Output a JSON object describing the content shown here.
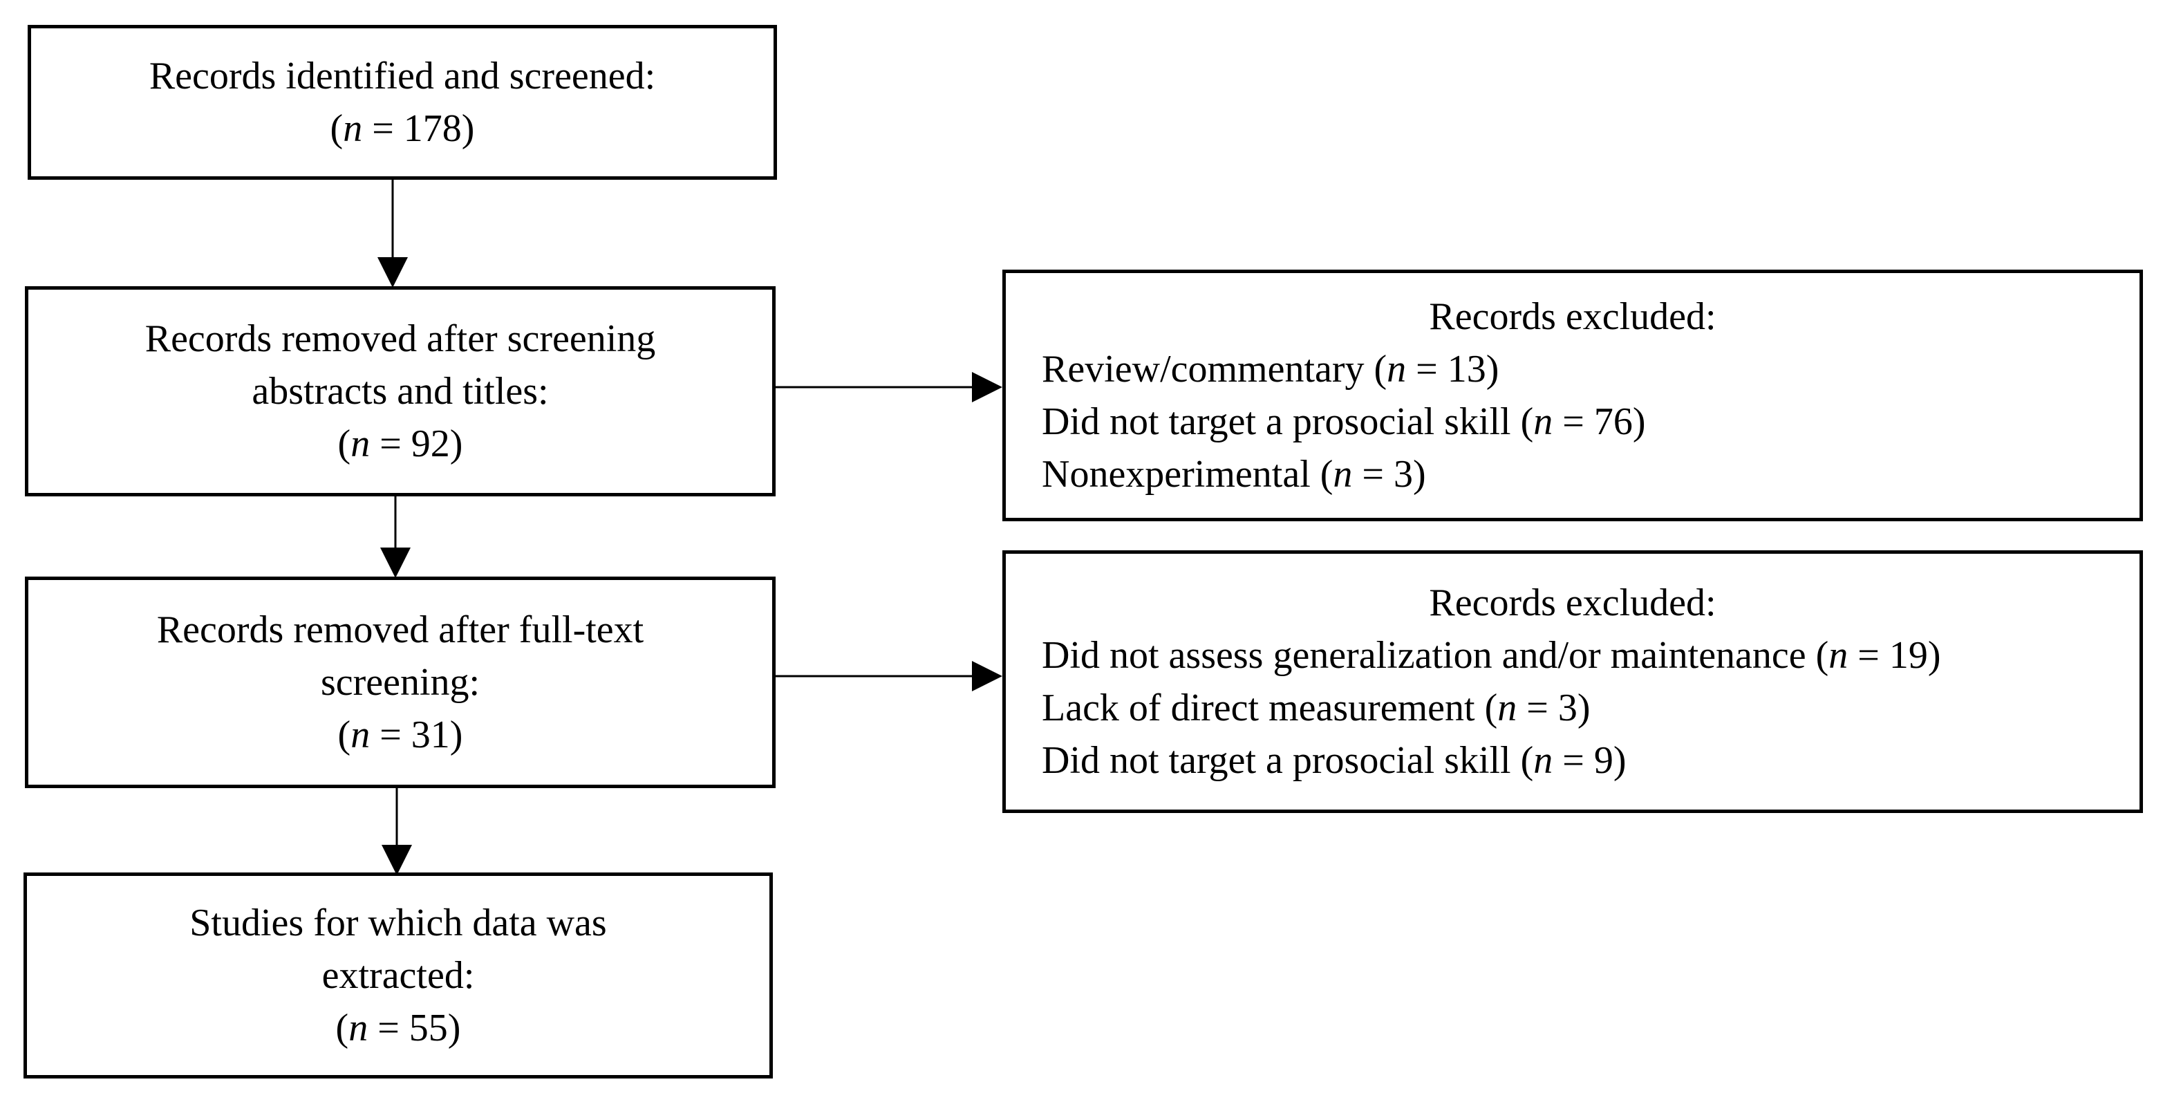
{
  "boxes": {
    "identified": {
      "label": "Records identified and screened:",
      "count": "178"
    },
    "removed_screening": {
      "label_lines": [
        "Records removed after screening",
        "abstracts and titles:"
      ],
      "count": "92"
    },
    "removed_fulltext": {
      "label_lines": [
        "Records removed after full-text",
        "screening:"
      ],
      "count": "31"
    },
    "extracted": {
      "label_lines": [
        "Studies for which data was",
        "extracted:"
      ],
      "count": "55"
    }
  },
  "exclusions": [
    {
      "title": "Records excluded:",
      "items": [
        {
          "text": "Review/commentary",
          "count": "13"
        },
        {
          "text": "Did not target a prosocial skill",
          "count": "76"
        },
        {
          "text": "Nonexperimental",
          "count": "3"
        }
      ]
    },
    {
      "title": "Records excluded:",
      "items": [
        {
          "text": "Did not assess generalization and/or maintenance",
          "count": "19"
        },
        {
          "text": "Lack of direct measurement",
          "count": "3"
        },
        {
          "text": "Did not target a prosocial skill",
          "count": "9"
        }
      ]
    }
  ],
  "notation": {
    "n_symbol": "n",
    "equals": " = "
  }
}
